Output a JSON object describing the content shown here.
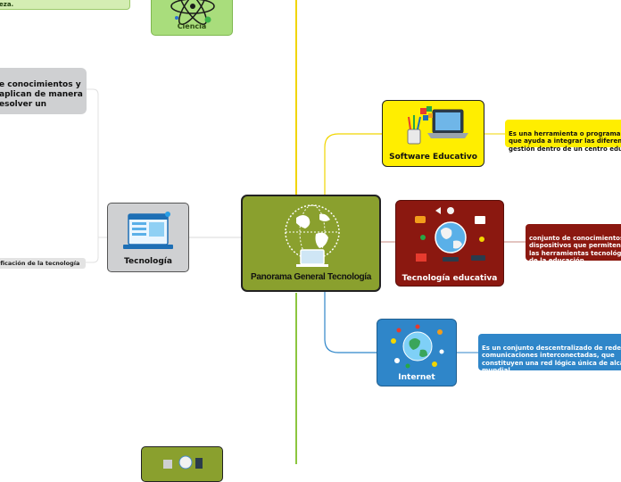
{
  "central": {
    "label": "Panorama General Tecnología"
  },
  "left": {
    "top_note": "eza.",
    "ciencia": {
      "label": "Ciencia"
    },
    "definition": "e conocimientos y\naplican de manera\nesolver un",
    "tecnologia": {
      "label": "Tecnología"
    },
    "clasificacion": "ificación de la tecnología"
  },
  "right": {
    "software": {
      "label": "Software Educativo",
      "note": "Es una herramienta o programa\nque ayuda a integrar las diferen\ngestión dentro de un centro edu"
    },
    "tec_edu": {
      "label": "Tecnología educativa",
      "note": "conjunto de conocimientos\ndispositivos que permiten\nlas herramientas tecnológ\nde la educación."
    },
    "internet": {
      "label": "Internet",
      "note": "Es un conjunto descentralizado de rede\ncomunicaciones interconectadas, que\nconstituyen una red lógica única de alca\nmundial."
    }
  },
  "colors": {
    "central": "#8aa02e",
    "software": "#ffee00",
    "tec_edu": "#8b1810",
    "internet": "#2f86c9",
    "tecnologia": "#cfd0d2",
    "ciencia": "#a9dd7c",
    "yellow_line": "#f1d500",
    "green_line": "#8cc63f"
  }
}
